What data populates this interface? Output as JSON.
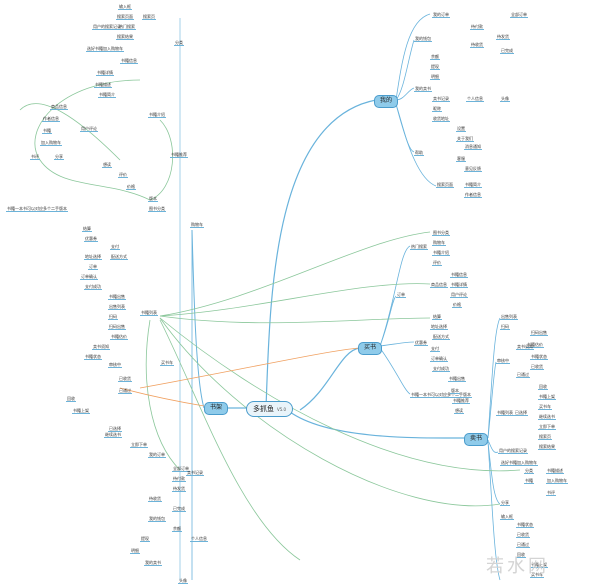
{
  "center": {
    "title": "多抓鱼",
    "version": "V5.0"
  },
  "colors": {
    "branch_blue": "#69b3dc",
    "branch_green": "#8bc79b",
    "branch_orange": "#f0a060",
    "hub_fill": "#8fcbea"
  },
  "hubs": {
    "mine": "我的",
    "buy": "买书",
    "sell": "卖书",
    "bookshelf": "书架"
  },
  "watermark": "若水网",
  "labels": [
    "输入框",
    "搜索页面",
    "搜索页",
    "热门搜索",
    "搜索结果",
    "用户的搜索记录",
    "选好书籍加入购物车",
    "分类",
    "书籍信息",
    "书籍详情",
    "书籍描述",
    "书籍简介",
    "商品信息",
    "作者信息",
    "用户评论",
    "书籍",
    "加入购物车",
    "书评",
    "分享",
    "想读",
    "书籍介绍",
    "评价",
    "价格",
    "版本",
    "书籍一本书可以对应多个二手版本",
    "图书分类",
    "书籍推荐",
    "购物车",
    "结算",
    "优惠券",
    "支付",
    "地址选择",
    "配送方式",
    "订单",
    "订单确认",
    "支付成功",
    "书籍出售",
    "出售列表",
    "扫码",
    "扫码出售",
    "书籍估价",
    "卖书须知",
    "书籍状态",
    "审核中",
    "已收货",
    "已通过",
    "回收",
    "书籍上架",
    "买书车",
    "书籍列表",
    "已选择",
    "继续选书",
    "立即下单",
    "我的订单",
    "全部订单",
    "待付款",
    "待发货",
    "待收货",
    "已完成",
    "我的钱包",
    "余额",
    "提现",
    "明细",
    "我的卖书",
    "卖书记录",
    "个人信息",
    "头像",
    "昵称",
    "收货地址",
    "设置",
    "关于我们",
    "消息通知",
    "帮助",
    "客服",
    "意见反馈"
  ]
}
